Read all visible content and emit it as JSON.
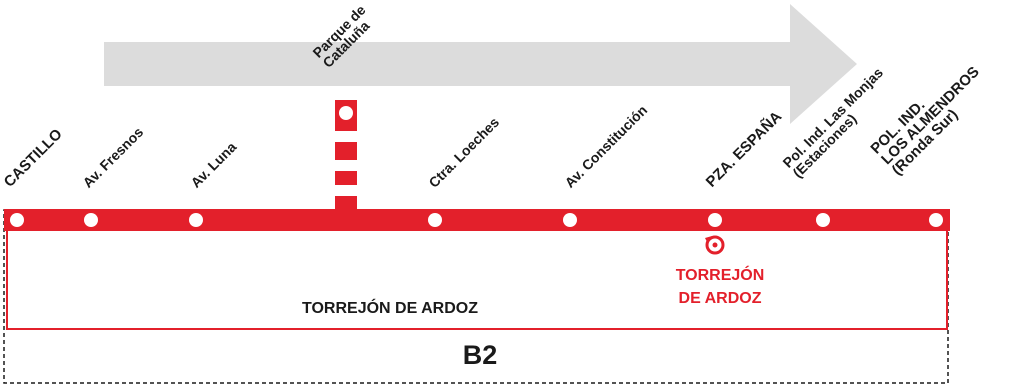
{
  "route": {
    "code": "B2",
    "town": "TORREJÓN DE ARDOZ",
    "line_color": "#e3202b",
    "direction_arrow_color": "#dcdcdc"
  },
  "stops": [
    {
      "lines": [
        "CASTILLO"
      ]
    },
    {
      "lines": [
        "Av. Fresnos"
      ]
    },
    {
      "lines": [
        "Av. Luna"
      ]
    },
    {
      "lines": [
        "Parque de",
        "Cataluña"
      ]
    },
    {
      "lines": [
        "Ctra. Loeches"
      ]
    },
    {
      "lines": [
        "Av. Constitución"
      ]
    },
    {
      "lines": [
        "PZA. ESPAÑA"
      ]
    },
    {
      "lines": [
        "Pol. Ind. Las Monjas",
        "(Estaciones)"
      ]
    },
    {
      "lines": [
        "POL. IND.",
        "LOS ALMENDROS",
        "(Ronda Sur)"
      ]
    }
  ],
  "interchange": {
    "icon": "circular-arrow-icon",
    "label_line1": "TORREJÓN",
    "label_line2": "DE ARDOZ"
  }
}
